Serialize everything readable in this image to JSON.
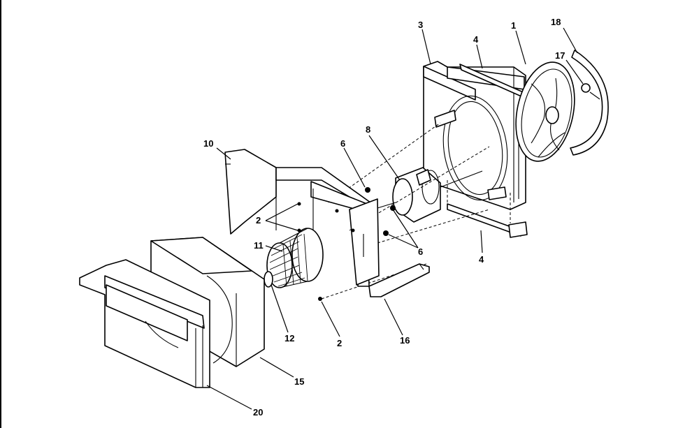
{
  "labels": {
    "l1": "1",
    "l2a": "2",
    "l2b": "2",
    "l3": "3",
    "l4a": "4",
    "l4b": "4",
    "l6a": "6",
    "l6b": "6",
    "l8": "8",
    "l10": "10",
    "l11": "11",
    "l12": "12",
    "l15": "15",
    "l16": "16",
    "l17": "17",
    "l18": "18",
    "l20": "20"
  }
}
